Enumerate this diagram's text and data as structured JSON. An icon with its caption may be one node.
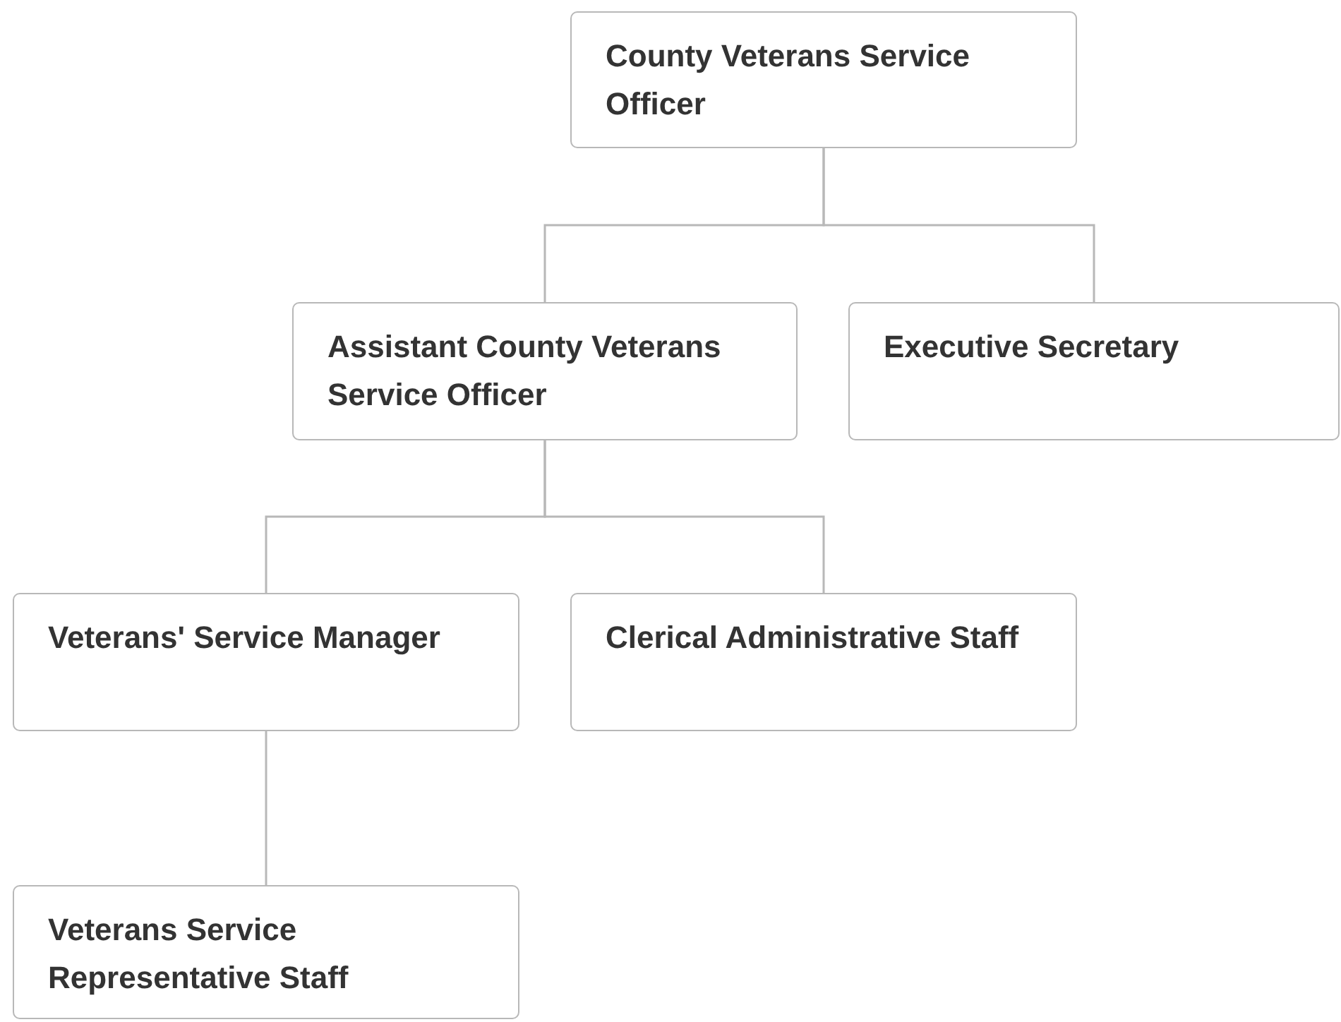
{
  "diagram": {
    "nodes": [
      {
        "text": [
          "County Veterans Service Officer"
        ]
      },
      {
        "text": [
          "Assistant County Veterans Service Officer"
        ]
      },
      {
        "text": [
          "Executive Secretary"
        ]
      },
      {
        "text": [
          "Veterans' Service Manager"
        ]
      },
      {
        "text": [
          "Clerical Administrative Staff"
        ]
      },
      {
        "text": [
          "Veterans Service Representative Staff"
        ]
      }
    ],
    "edges": [
      {
        "from": 0,
        "to": 1,
        "arrow": "none"
      },
      {
        "from": 0,
        "to": 2,
        "arrow": "none"
      },
      {
        "from": 1,
        "to": 3,
        "arrow": "none"
      },
      {
        "from": 1,
        "to": 4,
        "arrow": "none"
      },
      {
        "from": 3,
        "to": 5,
        "arrow": "none"
      }
    ]
  }
}
